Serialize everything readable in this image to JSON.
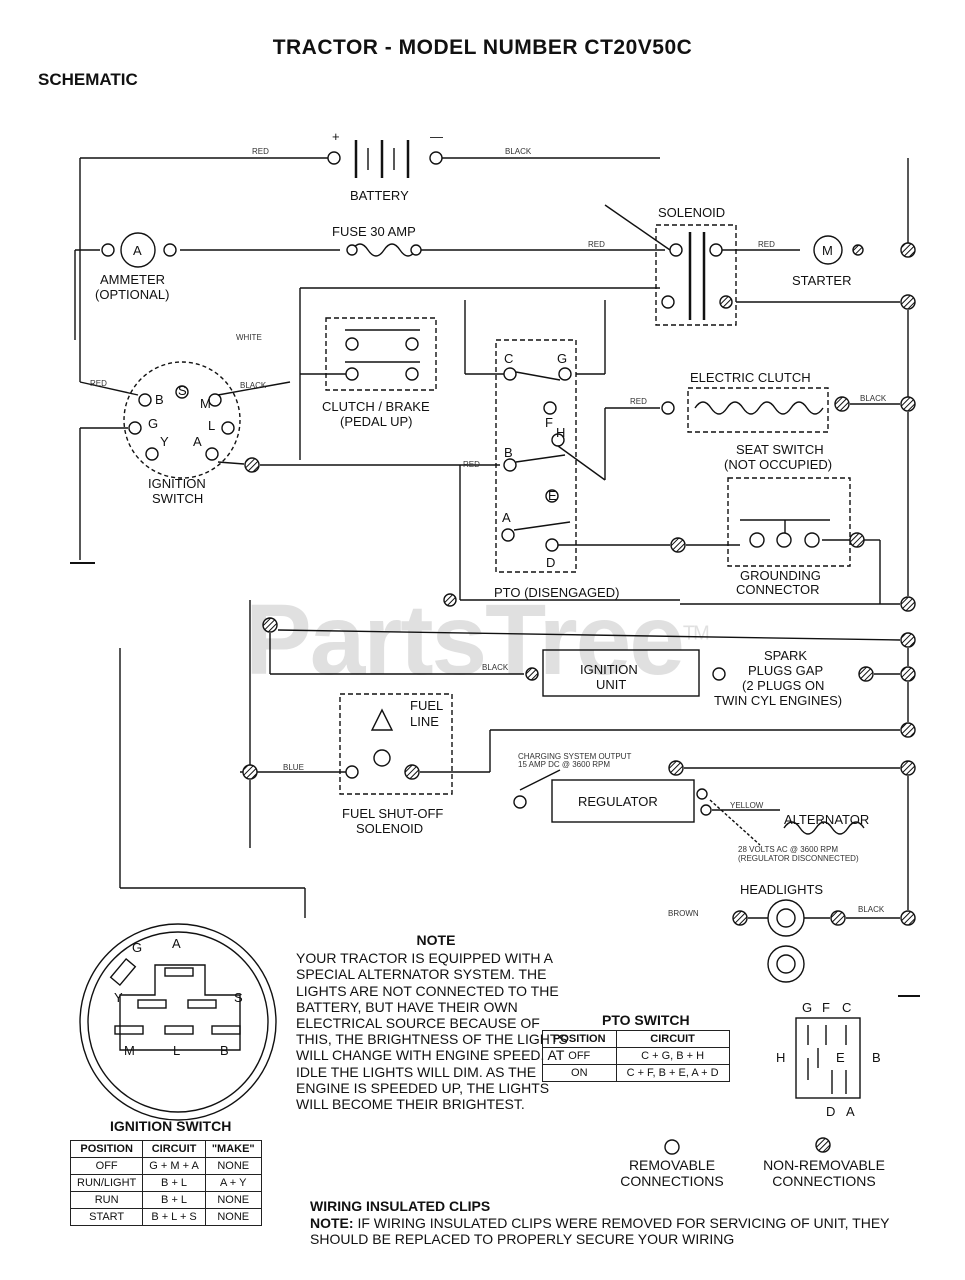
{
  "header": {
    "title": "TRACTOR - MODEL NUMBER CT20V50C",
    "subtitle": "SCHEMATIC"
  },
  "watermark": {
    "text": "PartsTree",
    "mark": "TM"
  },
  "labels": {
    "battery": "BATTERY",
    "battery_plus": "+",
    "battery_minus": "—",
    "red": "RED",
    "black": "BLACK",
    "white": "WHITE",
    "blue": "BLUE",
    "yellow": "YELLOW",
    "brown": "BROWN",
    "solenoid": "SOLENOID",
    "fuse": "FUSE 30 AMP",
    "ammeter_1": "AMMETER",
    "ammeter_2": "(OPTIONAL)",
    "ammeter_symbol": "A",
    "starter": "STARTER",
    "starter_symbol": "M",
    "clutch_1": "CLUTCH / BRAKE",
    "clutch_2": "(PEDAL UP)",
    "electric_clutch": "ELECTRIC CLUTCH",
    "seat_1": "SEAT SWITCH",
    "seat_2": "(NOT OCCUPIED)",
    "grounding_1": "GROUNDING",
    "grounding_2": "CONNECTOR",
    "ignition_1": "IGNITION",
    "ignition_2": "SWITCH",
    "pto_dis": "PTO (DISENGAGED)",
    "ign_unit_1": "IGNITION",
    "ign_unit_2": "UNIT",
    "spark_1": "SPARK",
    "spark_2": "PLUGS GAP",
    "spark_3": "(2 PLUGS ON",
    "spark_4": "TWIN CYL ENGINES)",
    "fuel_1": "FUEL",
    "fuel_2": "LINE",
    "fuel_sol_1": "FUEL SHUT-OFF",
    "fuel_sol_2": "SOLENOID",
    "charging_1": "CHARGING SYSTEM OUTPUT",
    "charging_2": "15 AMP DC @ 3600 RPM",
    "regulator": "REGULATOR",
    "alternator": "ALTERNATOR",
    "alt_out_1": "28 VOLTS AC @ 3600 RPM",
    "alt_out_2": "(REGULATOR DISCONNECTED)",
    "headlights": "HEADLIGHTS",
    "pin_s": "S",
    "pin_b": "B",
    "pin_m": "M",
    "pin_g": "G",
    "pin_l": "L",
    "pin_y": "Y",
    "pin_a": "A",
    "pto_c": "C",
    "pto_g": "G",
    "pto_f": "F",
    "pto_h": "H",
    "pto_b": "B",
    "pto_e": "E",
    "pto_a": "A",
    "pto_d": "D"
  },
  "note": {
    "heading": "NOTE",
    "body": "YOUR TRACTOR IS EQUIPPED WITH A SPECIAL ALTERNATOR SYSTEM. THE LIGHTS ARE NOT CONNECTED TO THE BATTERY, BUT HAVE THEIR OWN ELECTRICAL SOURCE BECAUSE OF THIS, THE BRIGHTNESS OF THE LIGHTS WILL CHANGE WITH ENGINE SPEED. AT IDLE THE LIGHTS WILL DIM. AS THE ENGINE IS SPEEDED UP, THE LIGHTS WILL BECOME THEIR BRIGHTEST."
  },
  "wiring_note": {
    "heading": "WIRING INSULATED CLIPS",
    "body_prefix": "NOTE:",
    "body": "IF WIRING INSULATED CLIPS WERE REMOVED FOR SERVICING OF UNIT, THEY SHOULD BE REPLACED TO PROPERLY SECURE YOUR WIRING"
  },
  "ignition_table": {
    "caption": "IGNITION SWITCH",
    "headers": [
      "POSITION",
      "CIRCUIT",
      "\"MAKE\""
    ],
    "rows": [
      [
        "OFF",
        "G + M + A",
        "NONE"
      ],
      [
        "RUN/LIGHT",
        "B + L",
        "A + Y"
      ],
      [
        "RUN",
        "B + L",
        "NONE"
      ],
      [
        "START",
        "B + L + S",
        "NONE"
      ]
    ]
  },
  "pto_table": {
    "caption": "PTO SWITCH",
    "headers": [
      "POSITION",
      "CIRCUIT"
    ],
    "rows": [
      [
        "OFF",
        "C + G, B + H"
      ],
      [
        "ON",
        "C + F, B + E, A + D"
      ]
    ]
  },
  "ignition_face": {
    "pins": [
      "G",
      "A",
      "Y",
      "S",
      "M",
      "L",
      "B"
    ]
  },
  "pto_face": {
    "top": [
      "G",
      "F",
      "C"
    ],
    "left": "H",
    "middle": "E",
    "right": "B",
    "bottom": [
      "D",
      "A"
    ]
  },
  "legend": {
    "removable_1": "REMOVABLE",
    "removable_2": "CONNECTIONS",
    "nonremovable_1": "NON-REMOVABLE",
    "nonremovable_2": "CONNECTIONS"
  }
}
